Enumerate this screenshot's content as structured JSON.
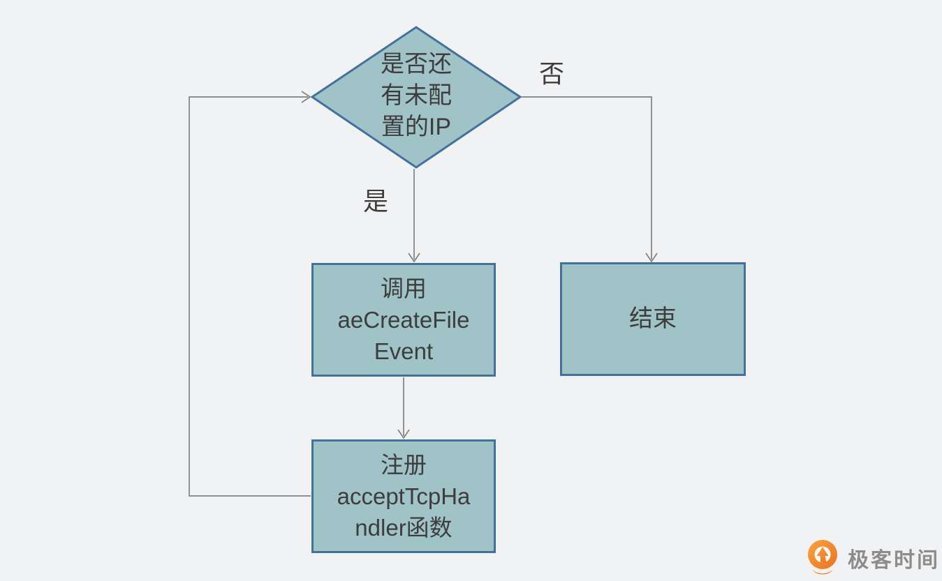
{
  "colors": {
    "background": "#f1f2f4",
    "shape_fill": "#9fc3c7",
    "shape_border": "#41719c",
    "connector_line": "#818181",
    "shape_text": "#3d3d3d",
    "logo_orange_light": "#f9a33f",
    "logo_orange_dark": "#ed731c",
    "logo_text_gray": "#8c8c8c"
  },
  "flowchart": {
    "decision": {
      "lines": [
        "是否还",
        "有未配",
        "置的IP"
      ],
      "full_text": "是否还有未配置的IP"
    },
    "yes_label": "是",
    "no_label": "否",
    "call_box": {
      "lines": [
        "调用",
        "aeCreateFile",
        "Event"
      ],
      "full_text": "调用 aeCreateFileEvent"
    },
    "register_box": {
      "lines": [
        "注册",
        "acceptTcpHa",
        "ndler函数"
      ],
      "full_text": "注册 acceptTcpHandler函数"
    },
    "end_box": {
      "label": "结束"
    }
  },
  "logo": {
    "icon": "geektime-pin-icon",
    "text": "极客时间"
  }
}
